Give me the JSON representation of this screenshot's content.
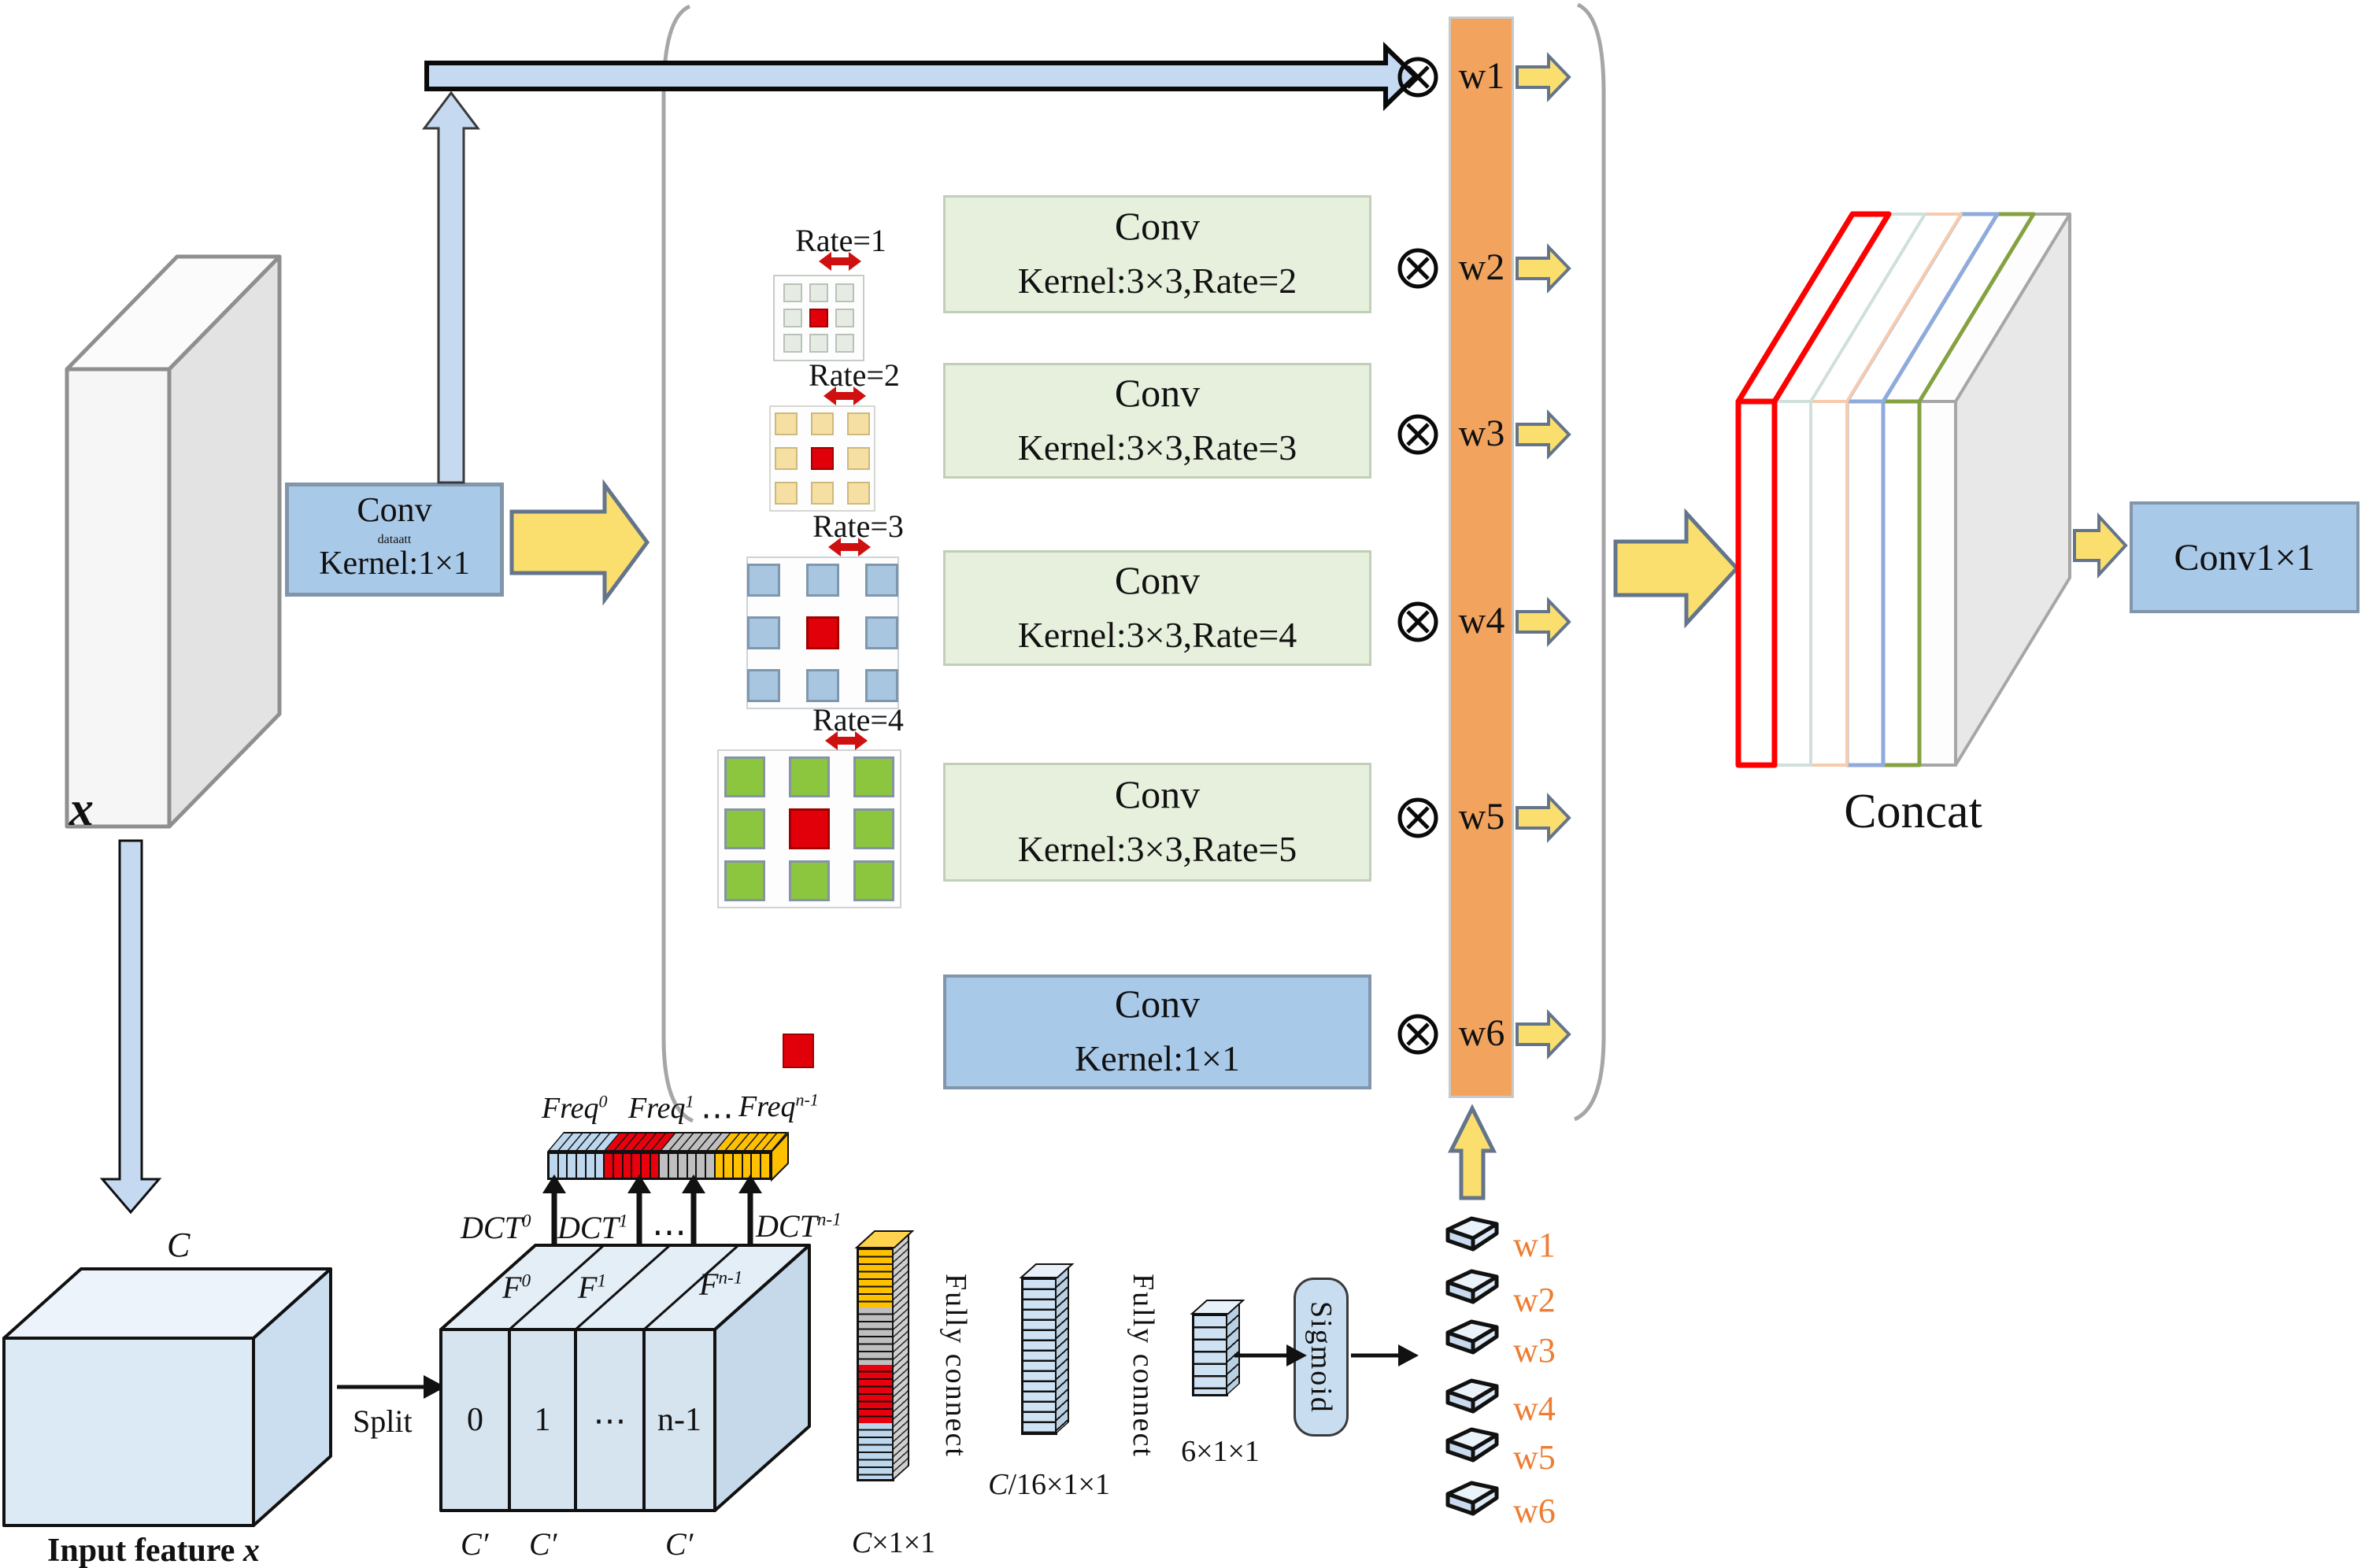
{
  "icons": {
    "otimes_icon": "⊗",
    "right_arrow_icon": "➜",
    "up_arrow_icon": "⬆",
    "double_arrow_icon": "↔"
  },
  "colors": {
    "conv_box_blue": "#a9c9e8",
    "conv_box_green": "#e6f0dd",
    "orange_bar": "#f2a45f",
    "yellow_arrow": "#fadf6e",
    "blue_arrow": "#c5d9f1",
    "red_kernel": "#e1000a",
    "freq_blue": "#bdd7ee",
    "freq_red": "#e8000d",
    "freq_gray": "#bfbfbf",
    "freq_yellow": "#ffc000",
    "w_label_orange": "#ed7d31",
    "concat_outlines": [
      "#ff0000",
      "#cfe0dc",
      "#f8cbad",
      "#8faadc",
      "#85a141",
      "#a6a6a6"
    ]
  },
  "input_block": {
    "x": "x",
    "C": "C",
    "caption": "Input feature",
    "caption_var": "x"
  },
  "left_conv": {
    "l1": "Conv",
    "l2": "Kernel:1×1"
  },
  "rate_labels": [
    "Rate=1",
    "Rate=2",
    "Rate=3",
    "Rate=4"
  ],
  "conv_branches": [
    {
      "l1": "Conv",
      "l2": "Kernel:3×3,Rate=2"
    },
    {
      "l1": "Conv",
      "l2": "Kernel:3×3,Rate=3"
    },
    {
      "l1": "Conv",
      "l2": "Kernel:3×3,Rate=4"
    },
    {
      "l1": "Conv",
      "l2": "Kernel:3×3,Rate=5"
    },
    {
      "l1": "Conv",
      "l2": "Kernel:1×1"
    }
  ],
  "weights": [
    "w1",
    "w2",
    "w3",
    "w4",
    "w5",
    "w6"
  ],
  "concat": {
    "label": "Concat"
  },
  "output_conv": {
    "label": "Conv1×1"
  },
  "split": {
    "label": "Split",
    "slabs": [
      "0",
      "1",
      "⋯",
      "n-1"
    ],
    "cprime": "C′",
    "F": "F",
    "F_sups": [
      "0",
      "1",
      "n-1"
    ]
  },
  "dct": {
    "base": "DCT",
    "sups": [
      "0",
      "1",
      "n-1"
    ],
    "dots": "⋯"
  },
  "freq": {
    "base": "Freq",
    "sups": [
      "0",
      "1",
      "n-1"
    ],
    "dots": "⋯"
  },
  "attention": {
    "fully_connect": "Fully connect",
    "sigmoid": "Sigmoid",
    "dim_c": {
      "var": "C",
      "rest": "×1×1"
    },
    "dim_c16": {
      "var": "C",
      "rest": "/16×1×1"
    },
    "dim_6": "6×1×1"
  },
  "freq_bar": {
    "groups": [
      {
        "color": "#bdd7ee",
        "cells": 6
      },
      {
        "color": "#e8000d",
        "cells": 6
      },
      {
        "color": "#bfbfbf",
        "cells": 6
      },
      {
        "color": "#ffc000",
        "cells": 6
      }
    ]
  },
  "cvec_bar": {
    "groups": [
      {
        "color": "#ffc000",
        "h": 74
      },
      {
        "color": "#bfbfbf",
        "h": 75
      },
      {
        "color": "#e8000d",
        "h": 76
      },
      {
        "color": "#bdd7ee",
        "h": 72
      }
    ]
  }
}
